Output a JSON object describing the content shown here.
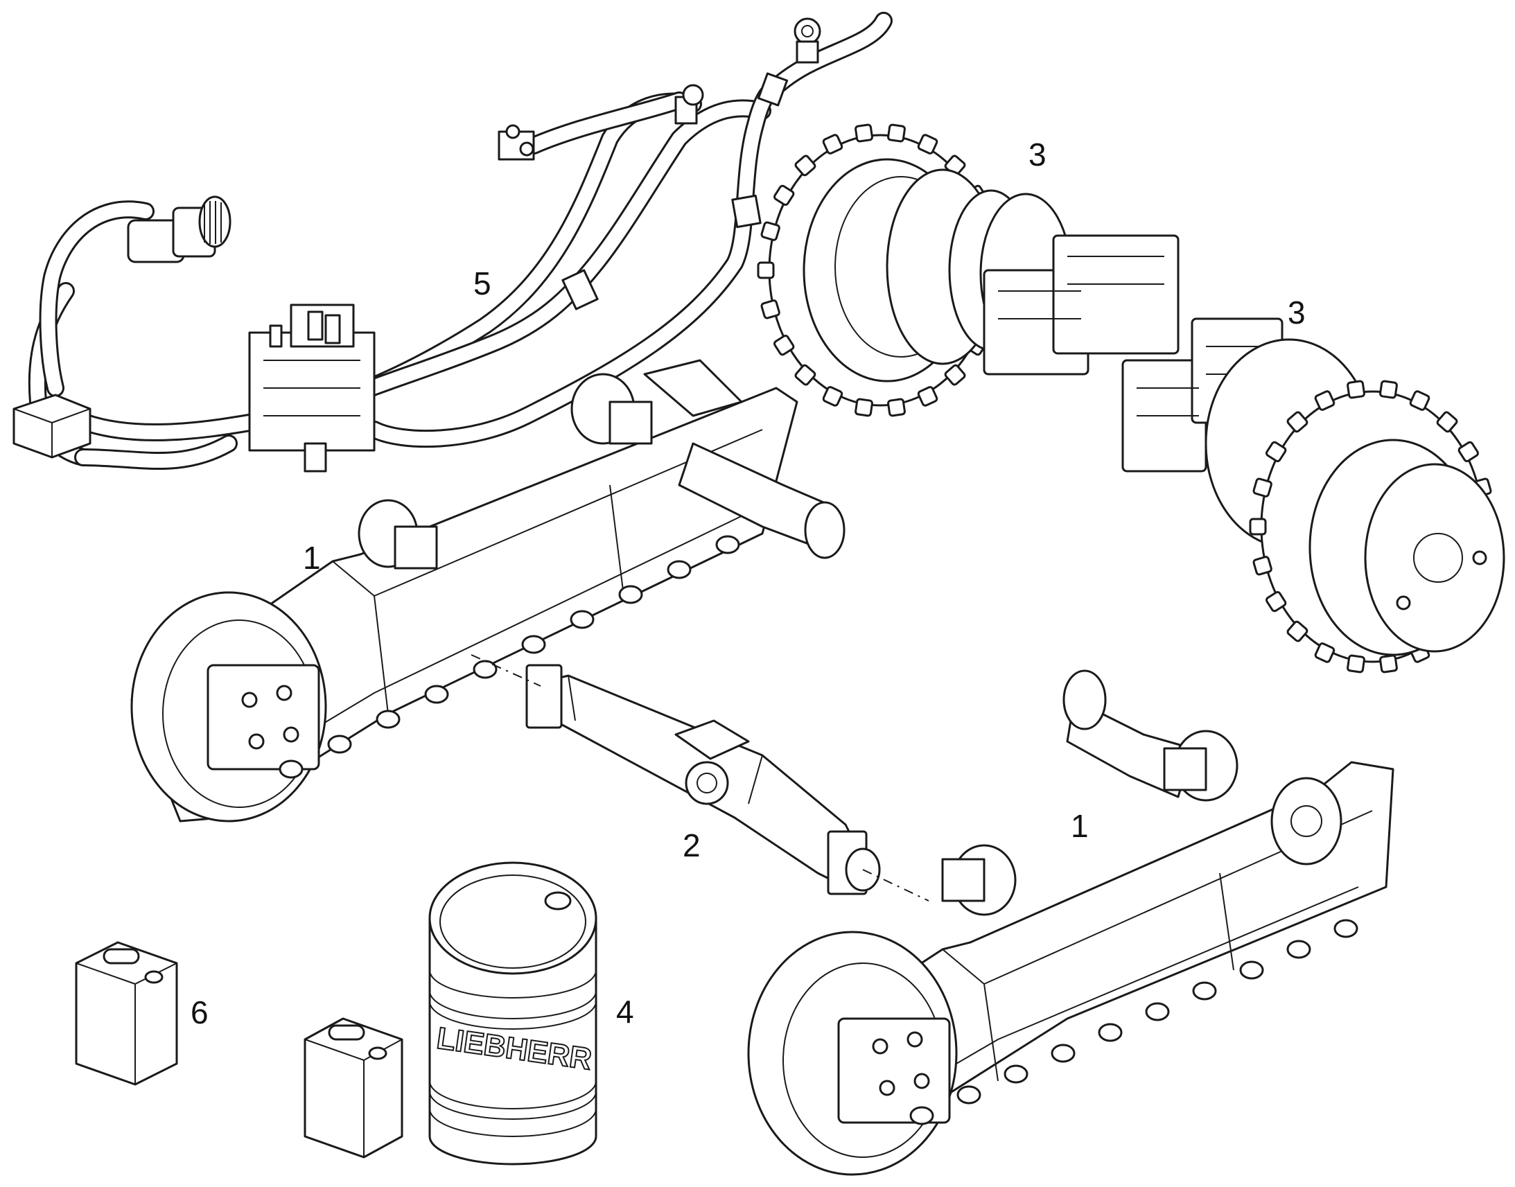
{
  "callouts": {
    "c1a": "1",
    "c1b": "1",
    "c2": "2",
    "c3a": "3",
    "c3b": "3",
    "c4": "4",
    "c5": "5",
    "c6": "6"
  },
  "drum": {
    "brand": "LIEBHERR"
  },
  "colors": {
    "line": "#1a1a1a",
    "background": "#ffffff"
  }
}
